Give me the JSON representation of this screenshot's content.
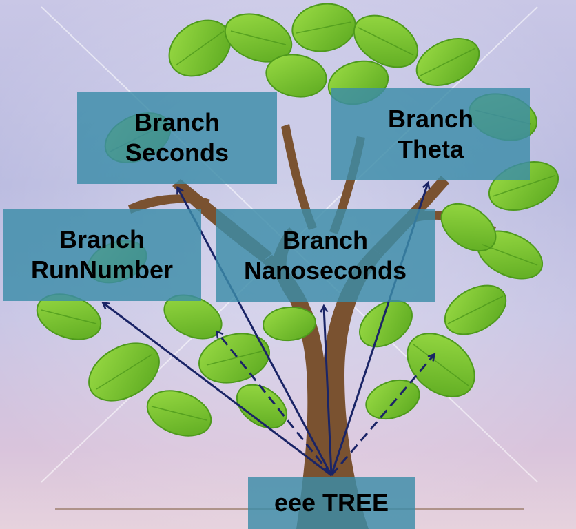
{
  "diagram": {
    "root": {
      "label": "eee TREE"
    },
    "branches": [
      {
        "id": "seconds",
        "line1": "Branch",
        "line2": "Seconds"
      },
      {
        "id": "theta",
        "line1": "Branch",
        "line2": "Theta"
      },
      {
        "id": "runnumber",
        "line1": "Branch",
        "line2": "RunNumber"
      },
      {
        "id": "nanoseconds",
        "line1": "Branch",
        "line2": "Nanoseconds"
      }
    ],
    "arrows": {
      "solid_targets": 4,
      "dashed_targets": 2
    },
    "colors": {
      "box_fill": "#3c8ca8",
      "arrow": "#1a2466",
      "leaf": "#7dc52e",
      "leaf_dark": "#4e9a1c",
      "trunk": "#7a5230",
      "background": "#c4c2e4"
    }
  }
}
